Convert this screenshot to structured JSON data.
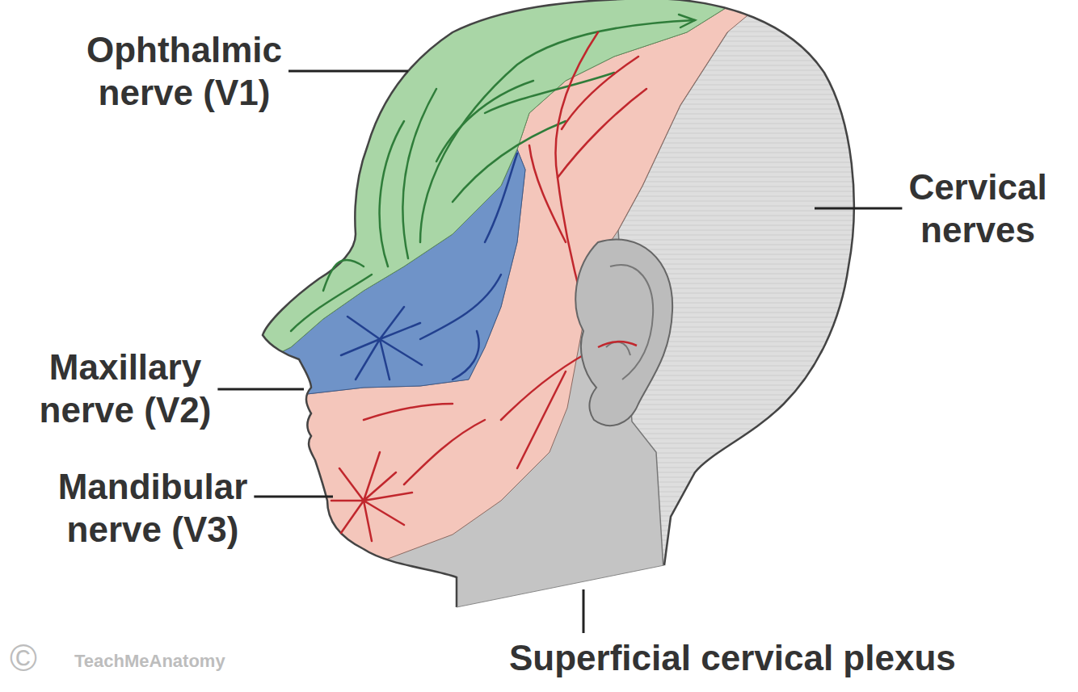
{
  "diagram": {
    "labels": [
      "Ophthalmic nerve (V1)",
      "Cervical nerves",
      "Maxillary nerve (V2)",
      "Mandibular nerve (V3)",
      "Superficial cervical plexus",
      "©",
      "TeachMeAnatomy"
    ]
  }
}
